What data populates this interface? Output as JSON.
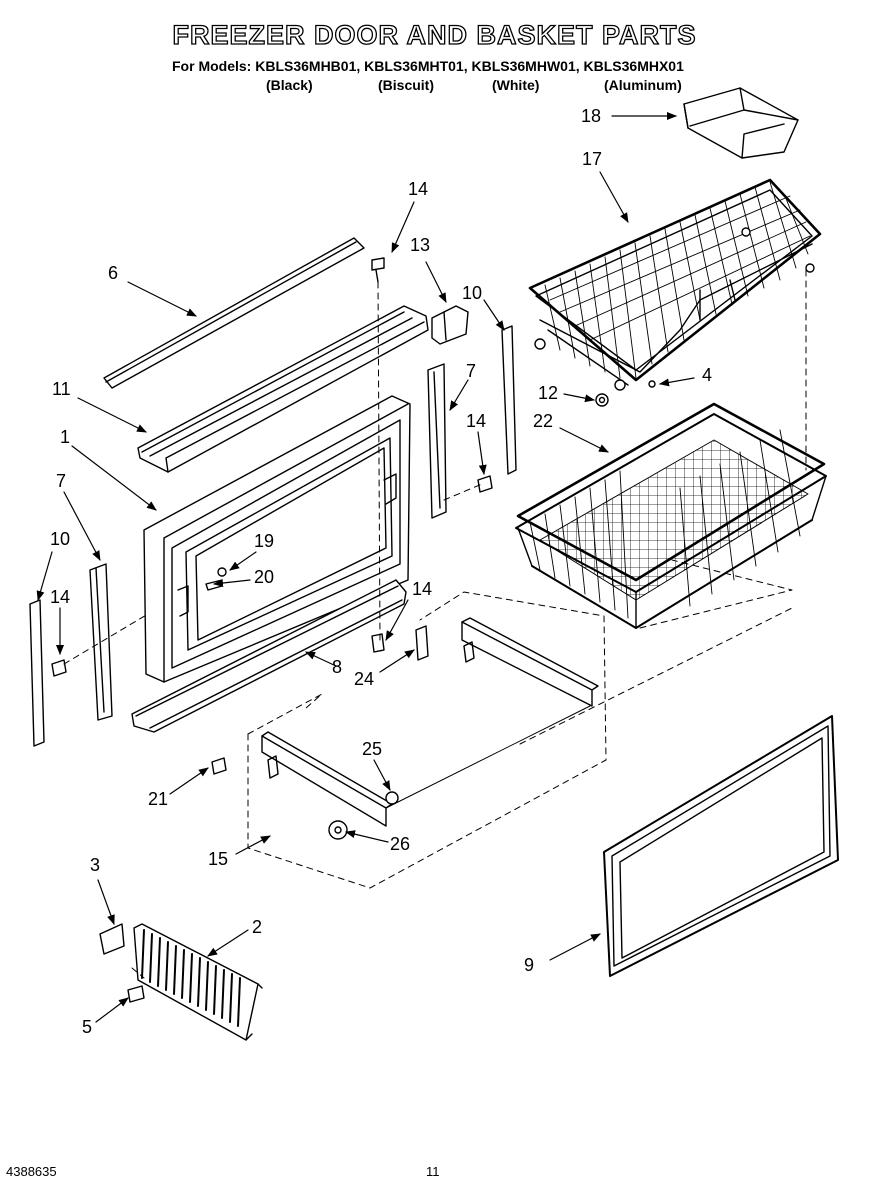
{
  "header": {
    "title": "FREEZER DOOR AND BASKET PARTS",
    "models_line": "For Models: KBLS36MHB01, KBLS36MHT01, KBLS36MHW01, KBLS36MHX01",
    "colors": [
      "(Black)",
      "(Biscuit)",
      "(White)",
      "(Aluminum)"
    ]
  },
  "callouts": {
    "c1": "1",
    "c2": "2",
    "c3": "3",
    "c4": "4",
    "c5": "5",
    "c6": "6",
    "c7a": "7",
    "c7b": "7",
    "c8": "8",
    "c9": "9",
    "c10a": "10",
    "c10b": "10",
    "c11": "11",
    "c12": "12",
    "c13": "13",
    "c14a": "14",
    "c14b": "14",
    "c14c": "14",
    "c14d": "14",
    "c15": "15",
    "c17": "17",
    "c18": "18",
    "c19": "19",
    "c20": "20",
    "c21": "21",
    "c22": "22",
    "c24": "24",
    "c25": "25",
    "c26": "26"
  },
  "footer": {
    "doc_number": "4388635",
    "page_number": "11"
  }
}
